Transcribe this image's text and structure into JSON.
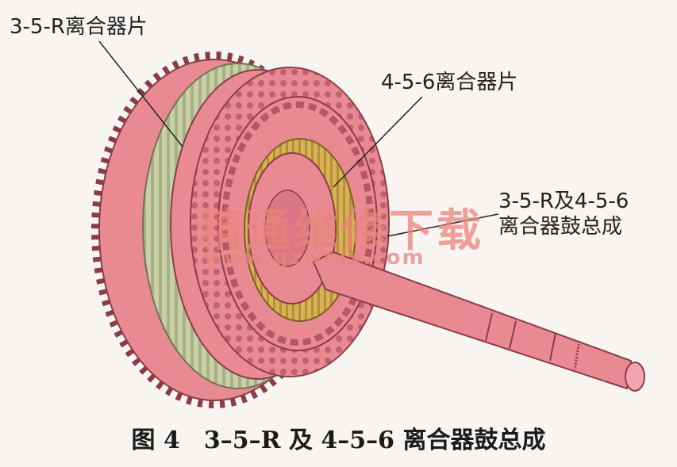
{
  "labels": {
    "clutch_35r": "3-5-R离合器片",
    "clutch_456": "4-5-6离合器片",
    "drum_line1": "3-5-R及4-5-6",
    "drum_line2": "离合器鼓总成"
  },
  "watermark": {
    "text": "精通维修下载",
    "url": "www.gzweix.com"
  },
  "caption": "图 4　3–5–R 及 4–5–6 离合器鼓总成",
  "colors": {
    "drum_pink": "#e98a93",
    "drum_dark": "#c0616d",
    "plate_green": "#c9cfa6",
    "plate_gold": "#d9b256",
    "background": "#f7f4f1"
  }
}
